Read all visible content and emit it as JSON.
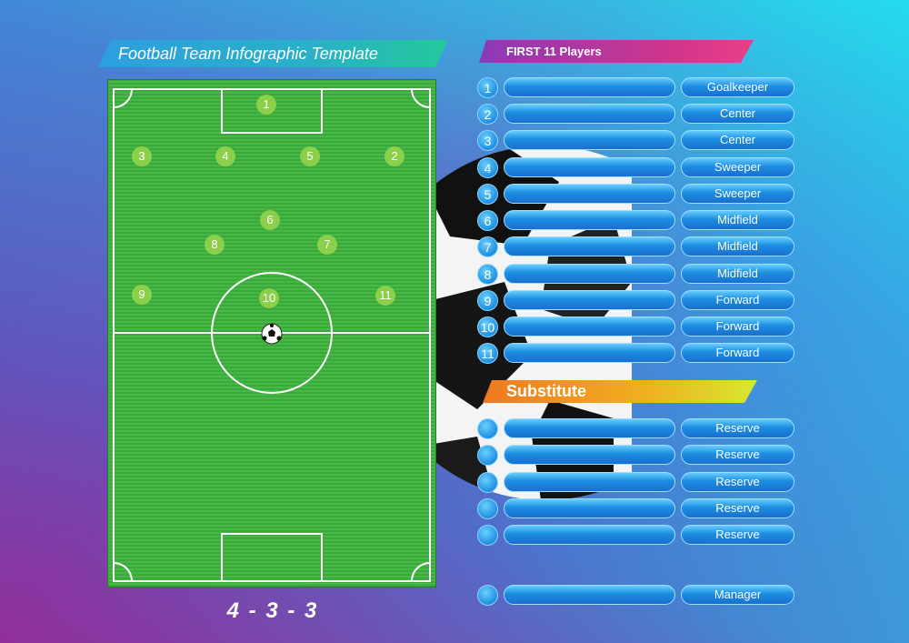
{
  "title": "Football Team Infographic Template",
  "first_eleven_heading": "FIRST 11 Players",
  "substitute_heading": "Substitute",
  "formation": "4 - 3 - 3",
  "players": [
    {
      "number": "1",
      "role": "Goalkeeper"
    },
    {
      "number": "2",
      "role": "Center"
    },
    {
      "number": "3",
      "role": "Center"
    },
    {
      "number": "4",
      "role": "Sweeper"
    },
    {
      "number": "5",
      "role": "Sweeper"
    },
    {
      "number": "6",
      "role": "Midfield"
    },
    {
      "number": "7",
      "role": "Midfield"
    },
    {
      "number": "8",
      "role": "Midfield"
    },
    {
      "number": "9",
      "role": "Forward"
    },
    {
      "number": "10",
      "role": "Forward"
    },
    {
      "number": "11",
      "role": "Forward"
    }
  ],
  "substitutes": [
    {
      "role": "Reserve"
    },
    {
      "role": "Reserve"
    },
    {
      "role": "Reserve"
    },
    {
      "role": "Reserve"
    },
    {
      "role": "Reserve"
    }
  ],
  "manager": {
    "role": "Manager"
  },
  "pitch_positions": [
    "1",
    "2",
    "3",
    "4",
    "5",
    "6",
    "7",
    "8",
    "9",
    "10",
    "11"
  ]
}
